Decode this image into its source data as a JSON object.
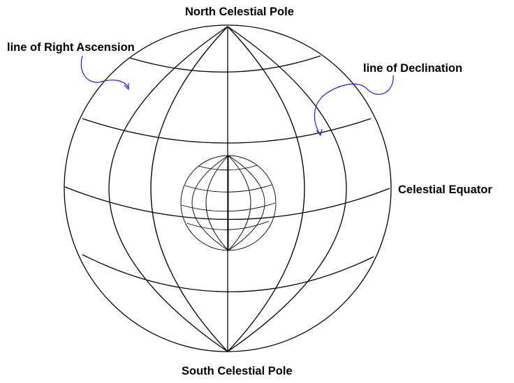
{
  "labels": {
    "north_pole": "North Celestial Pole",
    "south_pole": "South Celestial Pole",
    "right_ascension": "line of Right Ascension",
    "declination": "line of Declination",
    "equator": "Celestial Equator"
  },
  "colors": {
    "lines": "#000000",
    "pointers": "#1a1aff",
    "background": "#ffffff"
  }
}
